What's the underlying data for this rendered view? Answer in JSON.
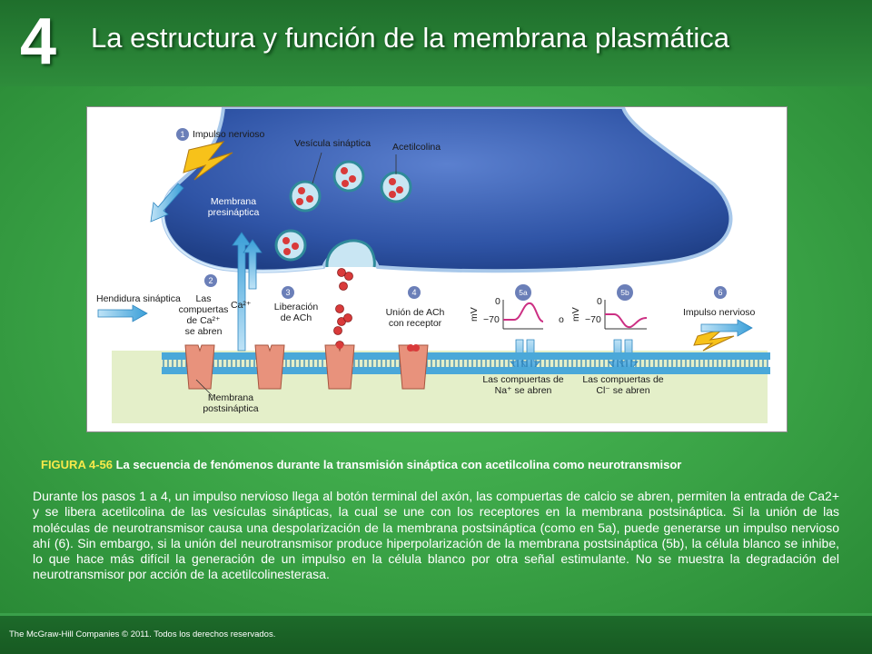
{
  "header": {
    "chapter_number": "4",
    "title": "La estructura y función de la membrana plasmática"
  },
  "figure": {
    "labels": {
      "step1_num": "1",
      "impulso_nervioso_1": "Impulso nervioso",
      "vesicula_sinaptica": "Vesícula sináptica",
      "acetilcolina": "Acetilcolina",
      "membrana_presinaptica": "Membrana\npresináptica",
      "step2_num": "2",
      "hendidura_sinaptica": "Hendidura sináptica",
      "compuertas_ca": "Las\ncompuertas\nde Ca²⁺\nse abren",
      "ca2": "Ca²⁺",
      "step3_num": "3",
      "liberacion_ach": "Liberación\nde ACh",
      "step4_num": "4",
      "union_ach": "Unión de ACh\ncon receptor",
      "step5a_num": "5a",
      "step5b_num": "5b",
      "o": "o",
      "mv_a": "mV",
      "zero_a": "0",
      "minus70_a": "−70",
      "mv_b": "mV",
      "zero_b": "0",
      "minus70_b": "−70",
      "step6_num": "6",
      "impulso_nervioso_6": "Impulso nervioso",
      "compuertas_na": "Las compuertas de\nNa⁺ se abren",
      "compuertas_cl": "Las compuertas de\nCl⁻ se abren",
      "membrana_postsinaptica": "Membrana\npostsináptica"
    }
  },
  "caption": {
    "figure_id": "FIGURA 4-56",
    "text": "La secuencia de fenómenos durante la transmisión sináptica con acetilcolina como neurotransmisor"
  },
  "body_text": "Durante los pasos 1 a 4, un impulso nervioso llega al botón terminal del axón, las compuertas de calcio se abren, permiten la entrada de Ca2+ y se libera acetilcolina de las vesículas sinápticas, la cual se une con los receptores en la membrana postsináptica. Si la unión de las moléculas de neurotransmisor causa una despolarización de la membrana postsináptica (como en 5a), puede generarse un impulso nervioso ahí (6). Sin embargo, si la unión del neurotransmisor produce hiperpolarización de la membrana postsináptica (5b), la célula blanco se inhibe, lo que hace más difícil la generación de un impulso en la célula blanco por otra señal estimulante. No se muestra la degradación del neurotransmisor por acción de la acetilcolinesterasa.",
  "footer": {
    "copyright": "The McGraw-Hill Companies © 2011. Todos los derechos reservados."
  },
  "colors": {
    "header_green": "#1f6f2c",
    "background_green": "#3aa346",
    "caption_yellow": "#f7e94a",
    "axon_blue": "#2f54a6",
    "protein_salmon": "#e8927c",
    "membrane_blue": "#3fa6d8",
    "molecule_red": "#d93a3a",
    "curve_magenta": "#cc2f83"
  }
}
